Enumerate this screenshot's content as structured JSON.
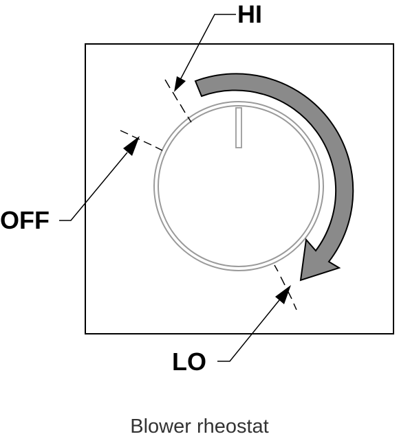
{
  "labels": {
    "hi": "HI",
    "off": "OFF",
    "lo": "LO"
  },
  "caption": "Blower rheostat",
  "colors": {
    "arrow_fill": "#8a8a8a",
    "stroke": "#000000",
    "knob_stroke": "#9a9a9a"
  }
}
